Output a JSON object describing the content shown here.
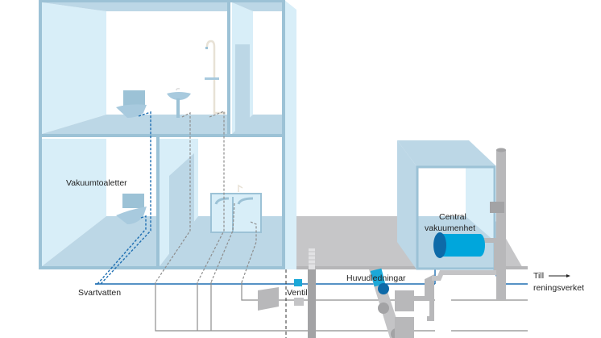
{
  "labels": {
    "vacuum_toilets": "Vakuumtoaletter",
    "blackwater": "Svartvatten",
    "valve": "Ventil",
    "main_lines": "Huvudledningar",
    "central_unit_line1": "Central",
    "central_unit_line2": "vakuumenhet",
    "to_plant_line1": "Till",
    "to_plant_line2": "reningsverket"
  },
  "colors": {
    "building_frame": "#9cc2d6",
    "wall_light": "#d8eef8",
    "floor": "#bcd7e6",
    "fixture": "#9cc2d6",
    "vacuum_pipe": "#1f6fb2",
    "grey_pipe": "#8e8e8e",
    "ground": "#c4c4c6",
    "vacuum_unit": "#00a6dc",
    "valve": "#1ba8d8",
    "shower": "#e8e2d6"
  },
  "icons": {
    "toilet_upper": "toilet-icon",
    "sink": "sink-icon",
    "shower": "shower-icon",
    "toilet_lower": "toilet-icon",
    "kitchen_sink": "kitchen-sink-icon",
    "valve": "valve-icon",
    "vacuum_tank": "vacuum-tank-icon",
    "arrow": "arrow-right-icon"
  }
}
